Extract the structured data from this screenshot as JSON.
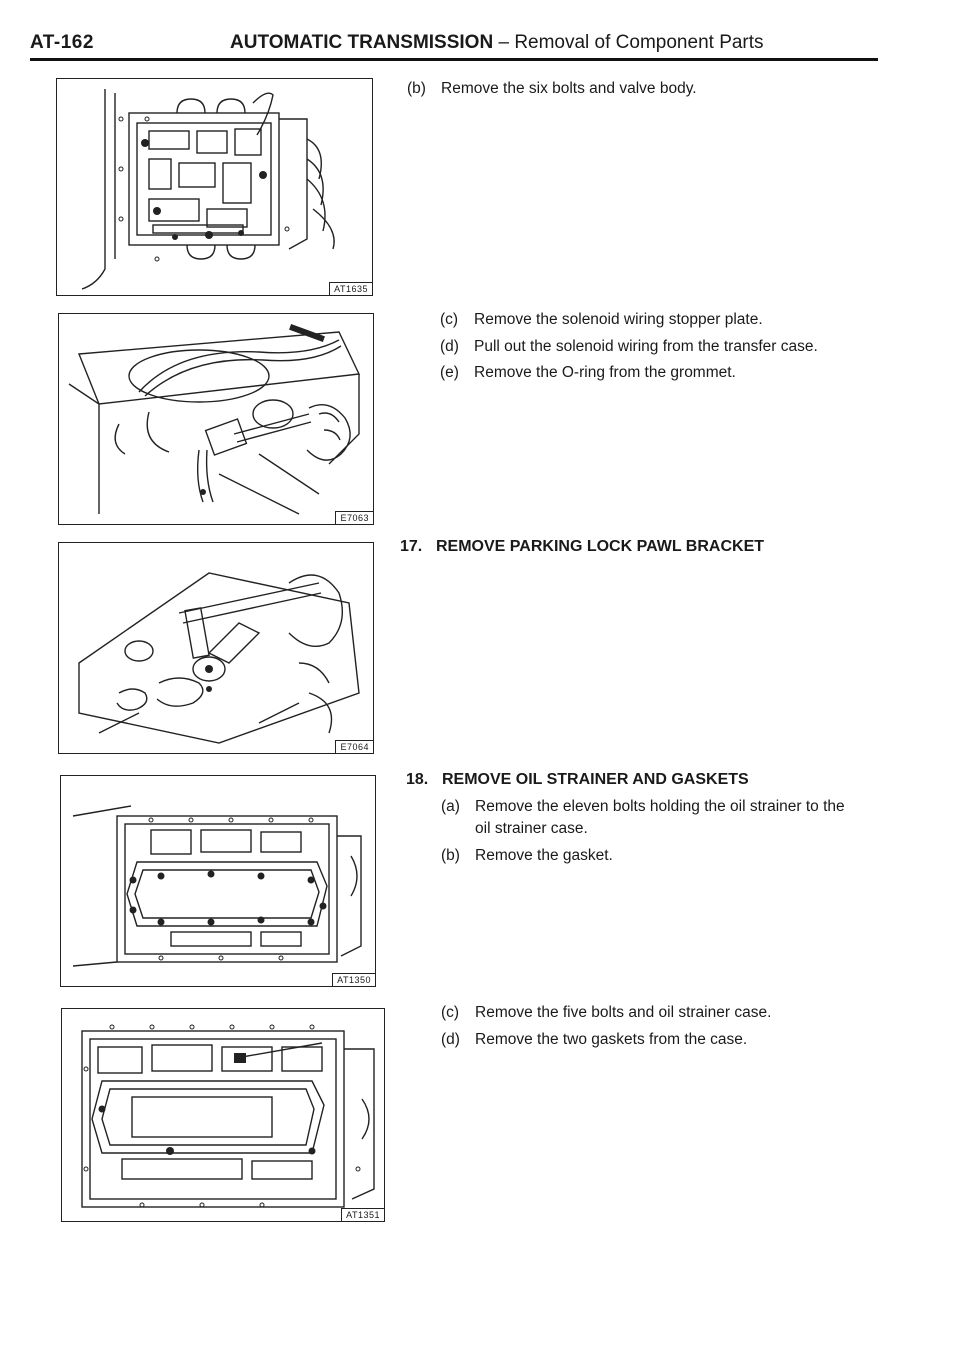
{
  "header": {
    "page": "AT-162",
    "section": "AUTOMATIC TRANSMISSION",
    "dash": " – ",
    "subsection": "Removal of Component Parts"
  },
  "figures": [
    {
      "code": "AT1635"
    },
    {
      "code": "E7063"
    },
    {
      "code": "E7064"
    },
    {
      "code": "AT1350"
    },
    {
      "code": "AT1351"
    }
  ],
  "steps": {
    "s16b": {
      "label": "(b)",
      "text": "Remove the six bolts and valve body."
    },
    "s16c": {
      "label": "(c)",
      "text": "Remove the solenoid wiring stopper plate."
    },
    "s16d": {
      "label": "(d)",
      "text": "Pull out the solenoid wiring from the transfer case."
    },
    "s16e": {
      "label": "(e)",
      "text": "Remove the O-ring from the grommet."
    },
    "h17": {
      "num": "17.",
      "text": "REMOVE PARKING LOCK PAWL BRACKET"
    },
    "h18": {
      "num": "18.",
      "text": "REMOVE OIL STRAINER AND GASKETS"
    },
    "s18a": {
      "label": "(a)",
      "line1": "Remove the eleven bolts holding the oil strainer to the",
      "line2": "oil strainer case."
    },
    "s18b": {
      "label": "(b)",
      "text": "Remove the gasket."
    },
    "s18c": {
      "label": "(c)",
      "text": "Remove the five bolts and oil strainer case."
    },
    "s18d": {
      "label": "(d)",
      "text": "Remove the two gaskets from the case."
    }
  }
}
